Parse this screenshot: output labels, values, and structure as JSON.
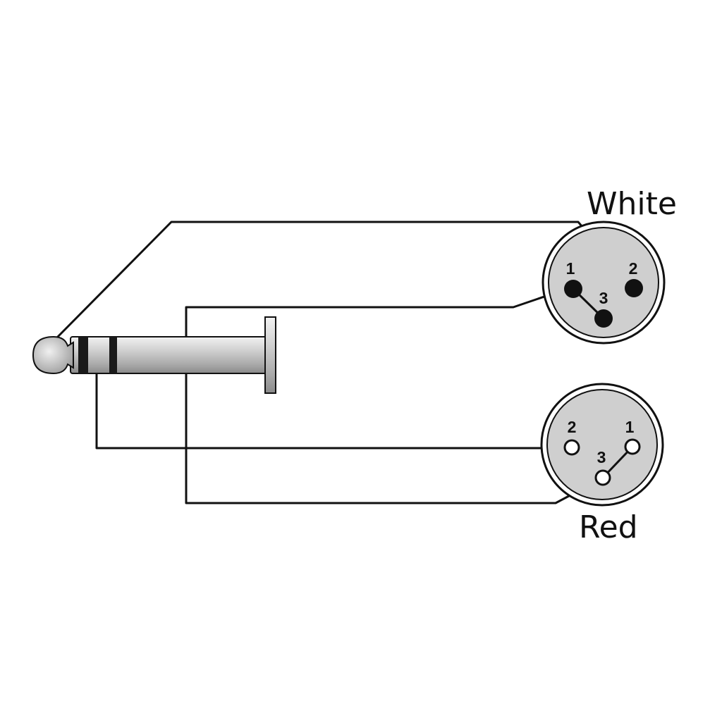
{
  "diagram": {
    "connectors": [
      {
        "id": "xlr-white",
        "label": "White",
        "pin_style": "filled",
        "pins": [
          {
            "number": "1"
          },
          {
            "number": "2"
          },
          {
            "number": "3"
          }
        ]
      },
      {
        "id": "xlr-red",
        "label": "Red",
        "pin_style": "hollow",
        "pins": [
          {
            "number": "1"
          },
          {
            "number": "2"
          },
          {
            "number": "3"
          }
        ]
      }
    ],
    "colors": {
      "wire": "#111111",
      "connector_fill": "#cfcfcf",
      "plug_body": "#c9c9c9",
      "plug_ring": "#1a1a1a"
    }
  }
}
